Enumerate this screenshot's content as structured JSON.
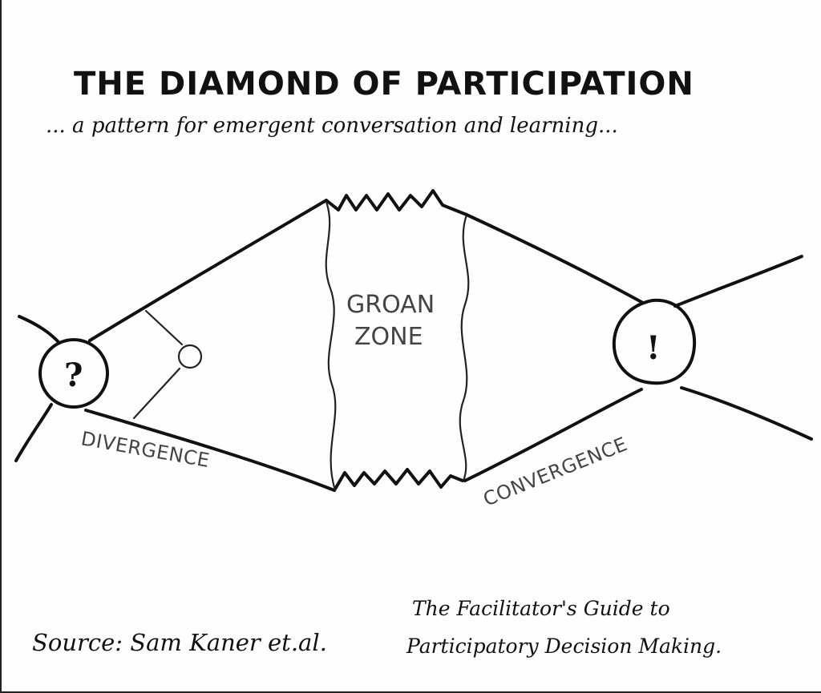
{
  "diagram": {
    "title": "THE DIAMOND OF PARTICIPATION",
    "subtitle": "... a pattern for emergent conversation and learning...",
    "center_zone": {
      "line1": "GROAN",
      "line2": "ZONE"
    },
    "left_stage": "DIVERGENCE",
    "right_stage": "CONVERGENCE",
    "left_node_mark": "?",
    "right_node_mark": "!",
    "source": "Source: Sam Kaner et.al.",
    "book_line1": "The Facilitator's Guide to",
    "book_line2": "Participatory Decision Making."
  }
}
